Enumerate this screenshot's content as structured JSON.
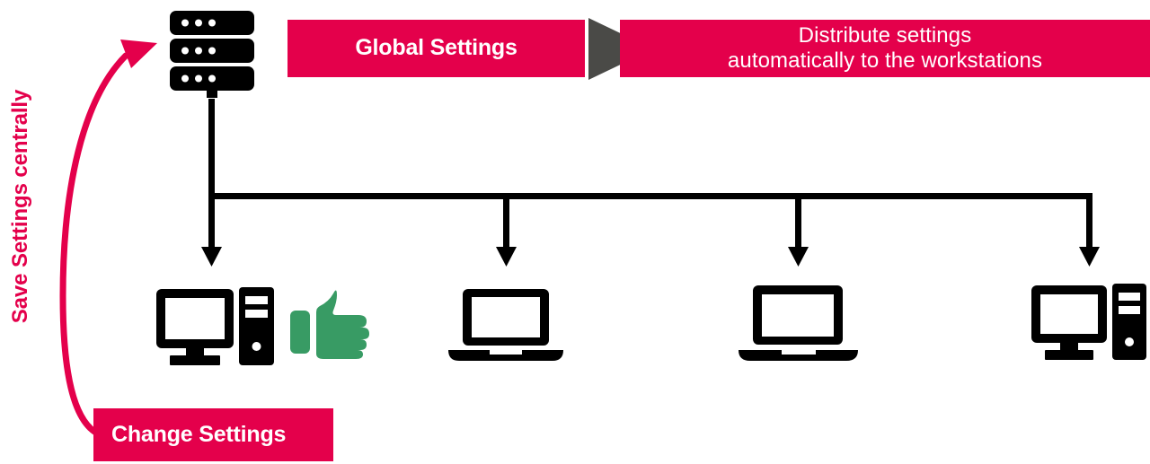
{
  "diagram": {
    "title_caption": "Save Settings centrally",
    "colors": {
      "red": "#E4004B",
      "gray_triangle": "#4A4A47",
      "black": "#000000",
      "green_thumb": "#389B64",
      "background": "#FFFFFF"
    }
  },
  "banners": {
    "global_settings": "Global Settings",
    "distribute": "Distribute settings\nautomatically to the workstations",
    "change_settings": "Change Settings"
  },
  "nodes": {
    "server": {
      "icon": "server-rack-icon",
      "units": 3,
      "dots_per_unit": 3
    },
    "workstations": [
      {
        "icon": "desktop-computer-icon",
        "label": "",
        "status_icon": "thumbs-up-icon"
      },
      {
        "icon": "laptop-icon",
        "label": "",
        "status_icon": ""
      },
      {
        "icon": "laptop-icon",
        "label": "",
        "status_icon": ""
      },
      {
        "icon": "desktop-computer-icon",
        "label": "",
        "status_icon": ""
      }
    ]
  },
  "connectors": {
    "distribution_bus": "tree-bus-connector",
    "feedback_arrow": "curved-feedback-arrow",
    "flow_marker": "play-triangle-icon"
  }
}
